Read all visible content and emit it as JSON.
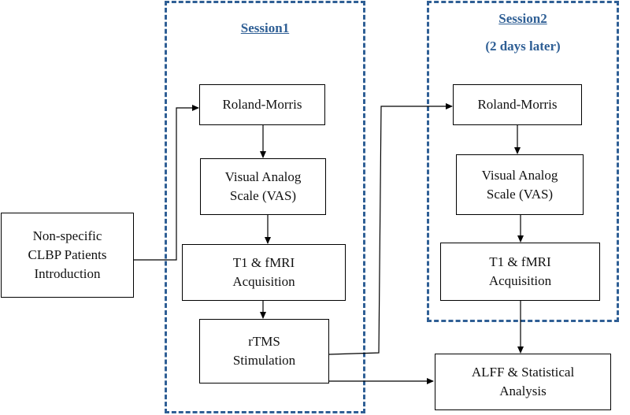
{
  "session1": {
    "title": "Session1"
  },
  "session2": {
    "title": "Session2",
    "subtitle": "(2 days later)"
  },
  "nodes": {
    "patients": [
      "Non-specific",
      "CLBP Patients",
      "Introduction"
    ],
    "s1_roland": [
      "Roland-Morris"
    ],
    "s1_vas": [
      "Visual Analog",
      "Scale (VAS)"
    ],
    "s1_t1": [
      "T1 & fMRI",
      "Acquisition"
    ],
    "rtms": [
      "rTMS",
      "Stimulation"
    ],
    "s2_roland": [
      "Roland-Morris"
    ],
    "s2_vas": [
      "Visual Analog",
      "Scale (VAS)"
    ],
    "s2_t1": [
      "T1 & fMRI",
      "Acquisition"
    ],
    "alff": [
      "ALFF & Statistical",
      "Analysis"
    ]
  },
  "colors": {
    "session_border": "#2f5f95",
    "node_border": "#000000",
    "arrow": "#000000"
  }
}
